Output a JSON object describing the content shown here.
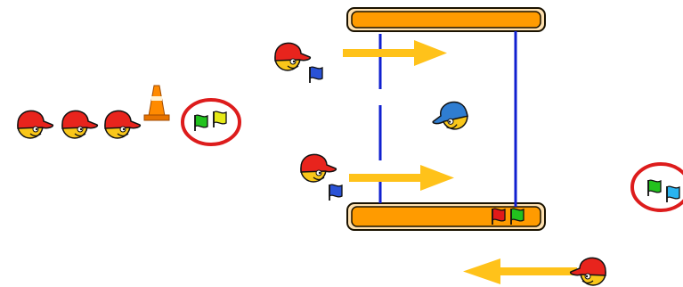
{
  "diagram": {
    "kind": "sports drill (pictorial, no text)",
    "colors": {
      "player_cap": "#e8241d",
      "coach_cap": "#2f7dd1",
      "face": "#f9c71a",
      "bar_fill": "#ff9b00",
      "bar_edge": "#1a1200",
      "bar_shadow": "#ffe1b0",
      "guide_line": "#1020d0",
      "arrow": "#ffc21a",
      "circle": "#dd1c1c",
      "flag_blue": "#2a52d6",
      "flag_red": "#e11919",
      "flag_green": "#22c21e",
      "flag_yellow": "#e6ea18",
      "flag_cyan": "#2ab4f0",
      "cone": "#ff8a00"
    },
    "waiting_line": {
      "players": 3,
      "cone": "cone-icon",
      "circled_flags": [
        "green",
        "yellow"
      ]
    },
    "runners": [
      {
        "role": "player",
        "carrying": "blue",
        "direction": "right"
      },
      {
        "role": "player",
        "carrying": "blue",
        "direction": "right"
      }
    ],
    "coach": {
      "role": "coach"
    },
    "far_circle_flags": [
      "green",
      "cyan"
    ],
    "bottom_bar_flags": [
      "red",
      "green"
    ],
    "returning_player": {
      "direction": "left"
    }
  }
}
